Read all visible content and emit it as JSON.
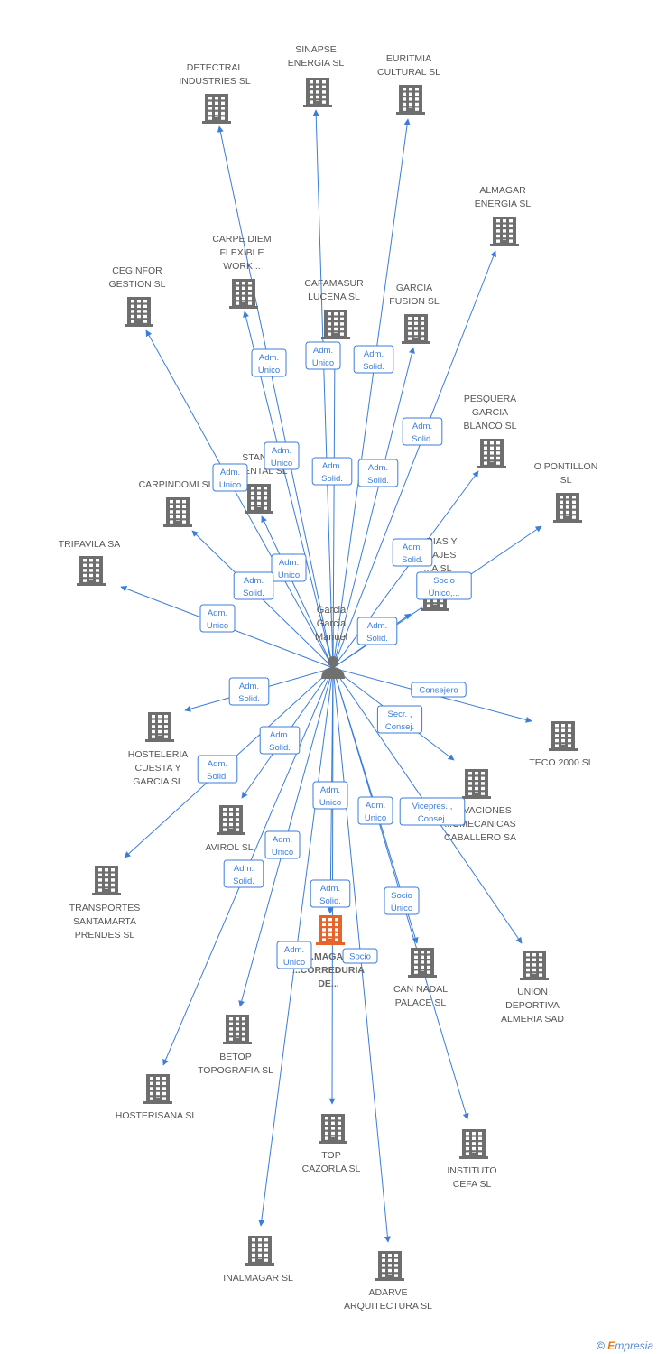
{
  "colors": {
    "edge": "#3b7dd8",
    "building": "#6e6e6e",
    "focus_building": "#e8632a",
    "person": "#707070"
  },
  "person": {
    "label": [
      "Garcia",
      "Garcia",
      "Manuel"
    ]
  },
  "companies": [
    {
      "id": "detectral",
      "label": [
        "DETECTRAL",
        "INDUSTRIES SL"
      ]
    },
    {
      "id": "sinapse",
      "label": [
        "SINAPSE",
        "ENERGIA SL"
      ]
    },
    {
      "id": "euritmia",
      "label": [
        "EURITMIA",
        "CULTURAL SL"
      ]
    },
    {
      "id": "almagar-energia",
      "label": [
        "ALMAGAR",
        "ENERGIA SL"
      ]
    },
    {
      "id": "carpe-diem",
      "label": [
        "CARPE DIEM",
        "FLEXIBLE",
        "WORK..."
      ]
    },
    {
      "id": "ceginfor",
      "label": [
        "CEGINFOR",
        "GESTION SL"
      ]
    },
    {
      "id": "cafamasur",
      "label": [
        "CAFAMASUR",
        "LUCENA SL"
      ]
    },
    {
      "id": "garcia-fusion",
      "label": [
        "GARCIA",
        "FUSION SL"
      ]
    },
    {
      "id": "pesquera",
      "label": [
        "PESQUERA",
        "GARCIA",
        "BLANCO SL"
      ]
    },
    {
      "id": "o-pontillon",
      "label": [
        "O PONTILLON",
        "SL"
      ]
    },
    {
      "id": "standard",
      "label": [
        "STAND...",
        "...ENTAL SL"
      ]
    },
    {
      "id": "carpindomi",
      "label": [
        "CARPINDOMI SL"
      ]
    },
    {
      "id": "tripavila",
      "label": [
        "TRIPAVILA SA"
      ]
    },
    {
      "id": "galerias",
      "label": [
        "...RIAS Y",
        "...TAJES",
        "...A SL"
      ]
    },
    {
      "id": "teco2000",
      "label": [
        "TECO 2000 SL"
      ]
    },
    {
      "id": "hosteleria",
      "label": [
        "HOSTELERIA",
        "CUESTA Y",
        "GARCIA SL"
      ]
    },
    {
      "id": "conservaciones",
      "label": [
        "...RVACIONES",
        "...OMECANICAS",
        "CABALLERO SA"
      ]
    },
    {
      "id": "avirol",
      "label": [
        "AVIROL SL"
      ]
    },
    {
      "id": "transportes",
      "label": [
        "TRANSPORTES",
        "SANTAMARTA",
        "PRENDES SL"
      ]
    },
    {
      "id": "almagar-correduria",
      "label": [
        "...MAGA...",
        "...CORREDURIA",
        "DE..."
      ],
      "focus": true
    },
    {
      "id": "can-nadal",
      "label": [
        "CAN NADAL",
        "PALACE  SL"
      ]
    },
    {
      "id": "union-deportiva",
      "label": [
        "UNION",
        "DEPORTIVA",
        "ALMERIA SAD"
      ]
    },
    {
      "id": "betop",
      "label": [
        "BETOP",
        "TOPOGRAFIA SL"
      ]
    },
    {
      "id": "hosterisana",
      "label": [
        "HOSTERISANA SL"
      ]
    },
    {
      "id": "top-cazorla",
      "label": [
        "TOP",
        "CAZORLA SL"
      ]
    },
    {
      "id": "instituto-cefa",
      "label": [
        "INSTITUTO",
        "CEFA  SL"
      ]
    },
    {
      "id": "inalmagar",
      "label": [
        "INALMAGAR SL"
      ]
    },
    {
      "id": "adarve",
      "label": [
        "ADARVE",
        "ARQUITECTURA SL"
      ]
    }
  ],
  "relations": [
    {
      "target": "detectral",
      "role": [
        "Adm.",
        "Unico"
      ]
    },
    {
      "target": "sinapse",
      "role": [
        "Adm.",
        "Unico"
      ]
    },
    {
      "target": "euritmia",
      "role": [
        "Adm.",
        "Solid."
      ]
    },
    {
      "target": "almagar-energia",
      "role": [
        "Adm.",
        "Solid."
      ]
    },
    {
      "target": "carpe-diem",
      "role": [
        "Adm.",
        "Unico"
      ]
    },
    {
      "target": "ceginfor",
      "role": [
        "Adm.",
        "Unico"
      ]
    },
    {
      "target": "cafamasur",
      "role": [
        "Adm.",
        "Solid."
      ]
    },
    {
      "target": "garcia-fusion",
      "role": [
        "Adm.",
        "Solid."
      ]
    },
    {
      "target": "pesquera",
      "role": [
        "Adm.",
        "Solid."
      ]
    },
    {
      "target": "o-pontillon",
      "role": [
        "Socio",
        "Único,..."
      ]
    },
    {
      "target": "standard",
      "role": [
        "Adm.",
        "Unico"
      ]
    },
    {
      "target": "carpindomi",
      "role": [
        "Adm.",
        "Solid."
      ]
    },
    {
      "target": "tripavila",
      "role": [
        "Adm.",
        "Unico"
      ]
    },
    {
      "target": "galerias",
      "role": [
        "Adm.",
        "Solid."
      ]
    },
    {
      "target": "teco2000",
      "role": [
        "Consejero"
      ]
    },
    {
      "target": "hosteleria",
      "role": [
        "Adm.",
        "Solid."
      ]
    },
    {
      "target": "conservaciones",
      "role": [
        "Secr. ,",
        "Consej."
      ]
    },
    {
      "target": "avirol",
      "role": [
        "Adm.",
        "Solid."
      ]
    },
    {
      "target": "transportes",
      "role": [
        "Adm.",
        "Solid."
      ]
    },
    {
      "target": "almagar-correduria",
      "role": [
        "Adm.",
        "Solid."
      ]
    },
    {
      "target": "can-nadal",
      "role": [
        "Adm.",
        "Unico"
      ]
    },
    {
      "target": "union-deportiva",
      "role": [
        "Vicepres. ,",
        "Consej."
      ]
    },
    {
      "target": "betop",
      "role": [
        "Adm.",
        "Unico"
      ]
    },
    {
      "target": "hosterisana",
      "role": [
        "Adm.",
        "Solid."
      ]
    },
    {
      "target": "top-cazorla",
      "role": [
        "Adm.",
        "Unico"
      ]
    },
    {
      "target": "instituto-cefa",
      "role": [
        "Socio",
        "Único"
      ]
    },
    {
      "target": "inalmagar",
      "role": [
        "Adm.",
        "Unico"
      ]
    },
    {
      "target": "adarve",
      "role": [
        "Socio"
      ]
    }
  ],
  "footer": {
    "copyright": "©",
    "brand_initial": "E",
    "brand_rest": "mpresia"
  }
}
